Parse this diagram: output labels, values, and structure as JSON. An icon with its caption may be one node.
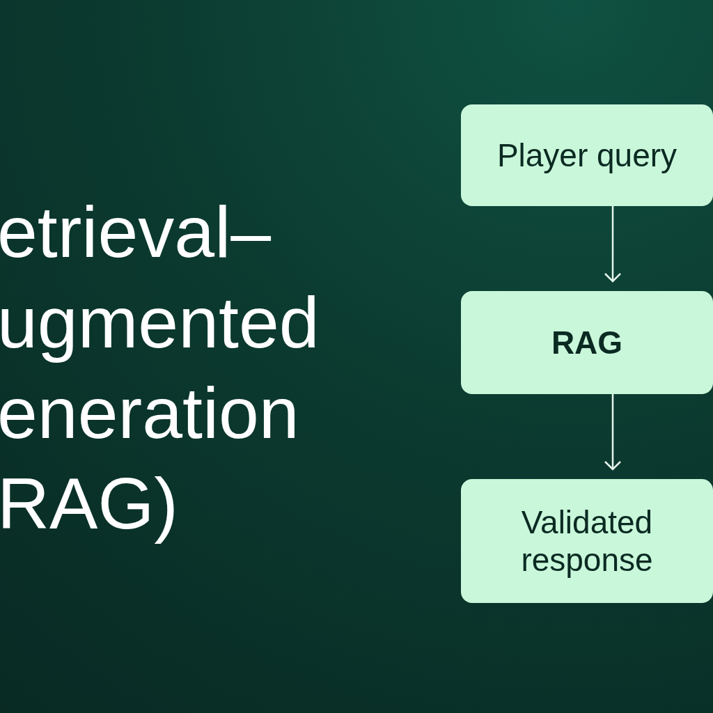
{
  "diagram": {
    "title": "etrieval– ugmented eneration RAG)",
    "nodes": [
      {
        "text": [
          "Player query"
        ]
      },
      {
        "text": [
          "RAG"
        ]
      },
      {
        "text": [
          "Validated response"
        ]
      }
    ],
    "edges": [
      {
        "from": 0,
        "to": 1,
        "arrow": "to"
      },
      {
        "from": 1,
        "to": 2,
        "arrow": "to"
      }
    ]
  }
}
